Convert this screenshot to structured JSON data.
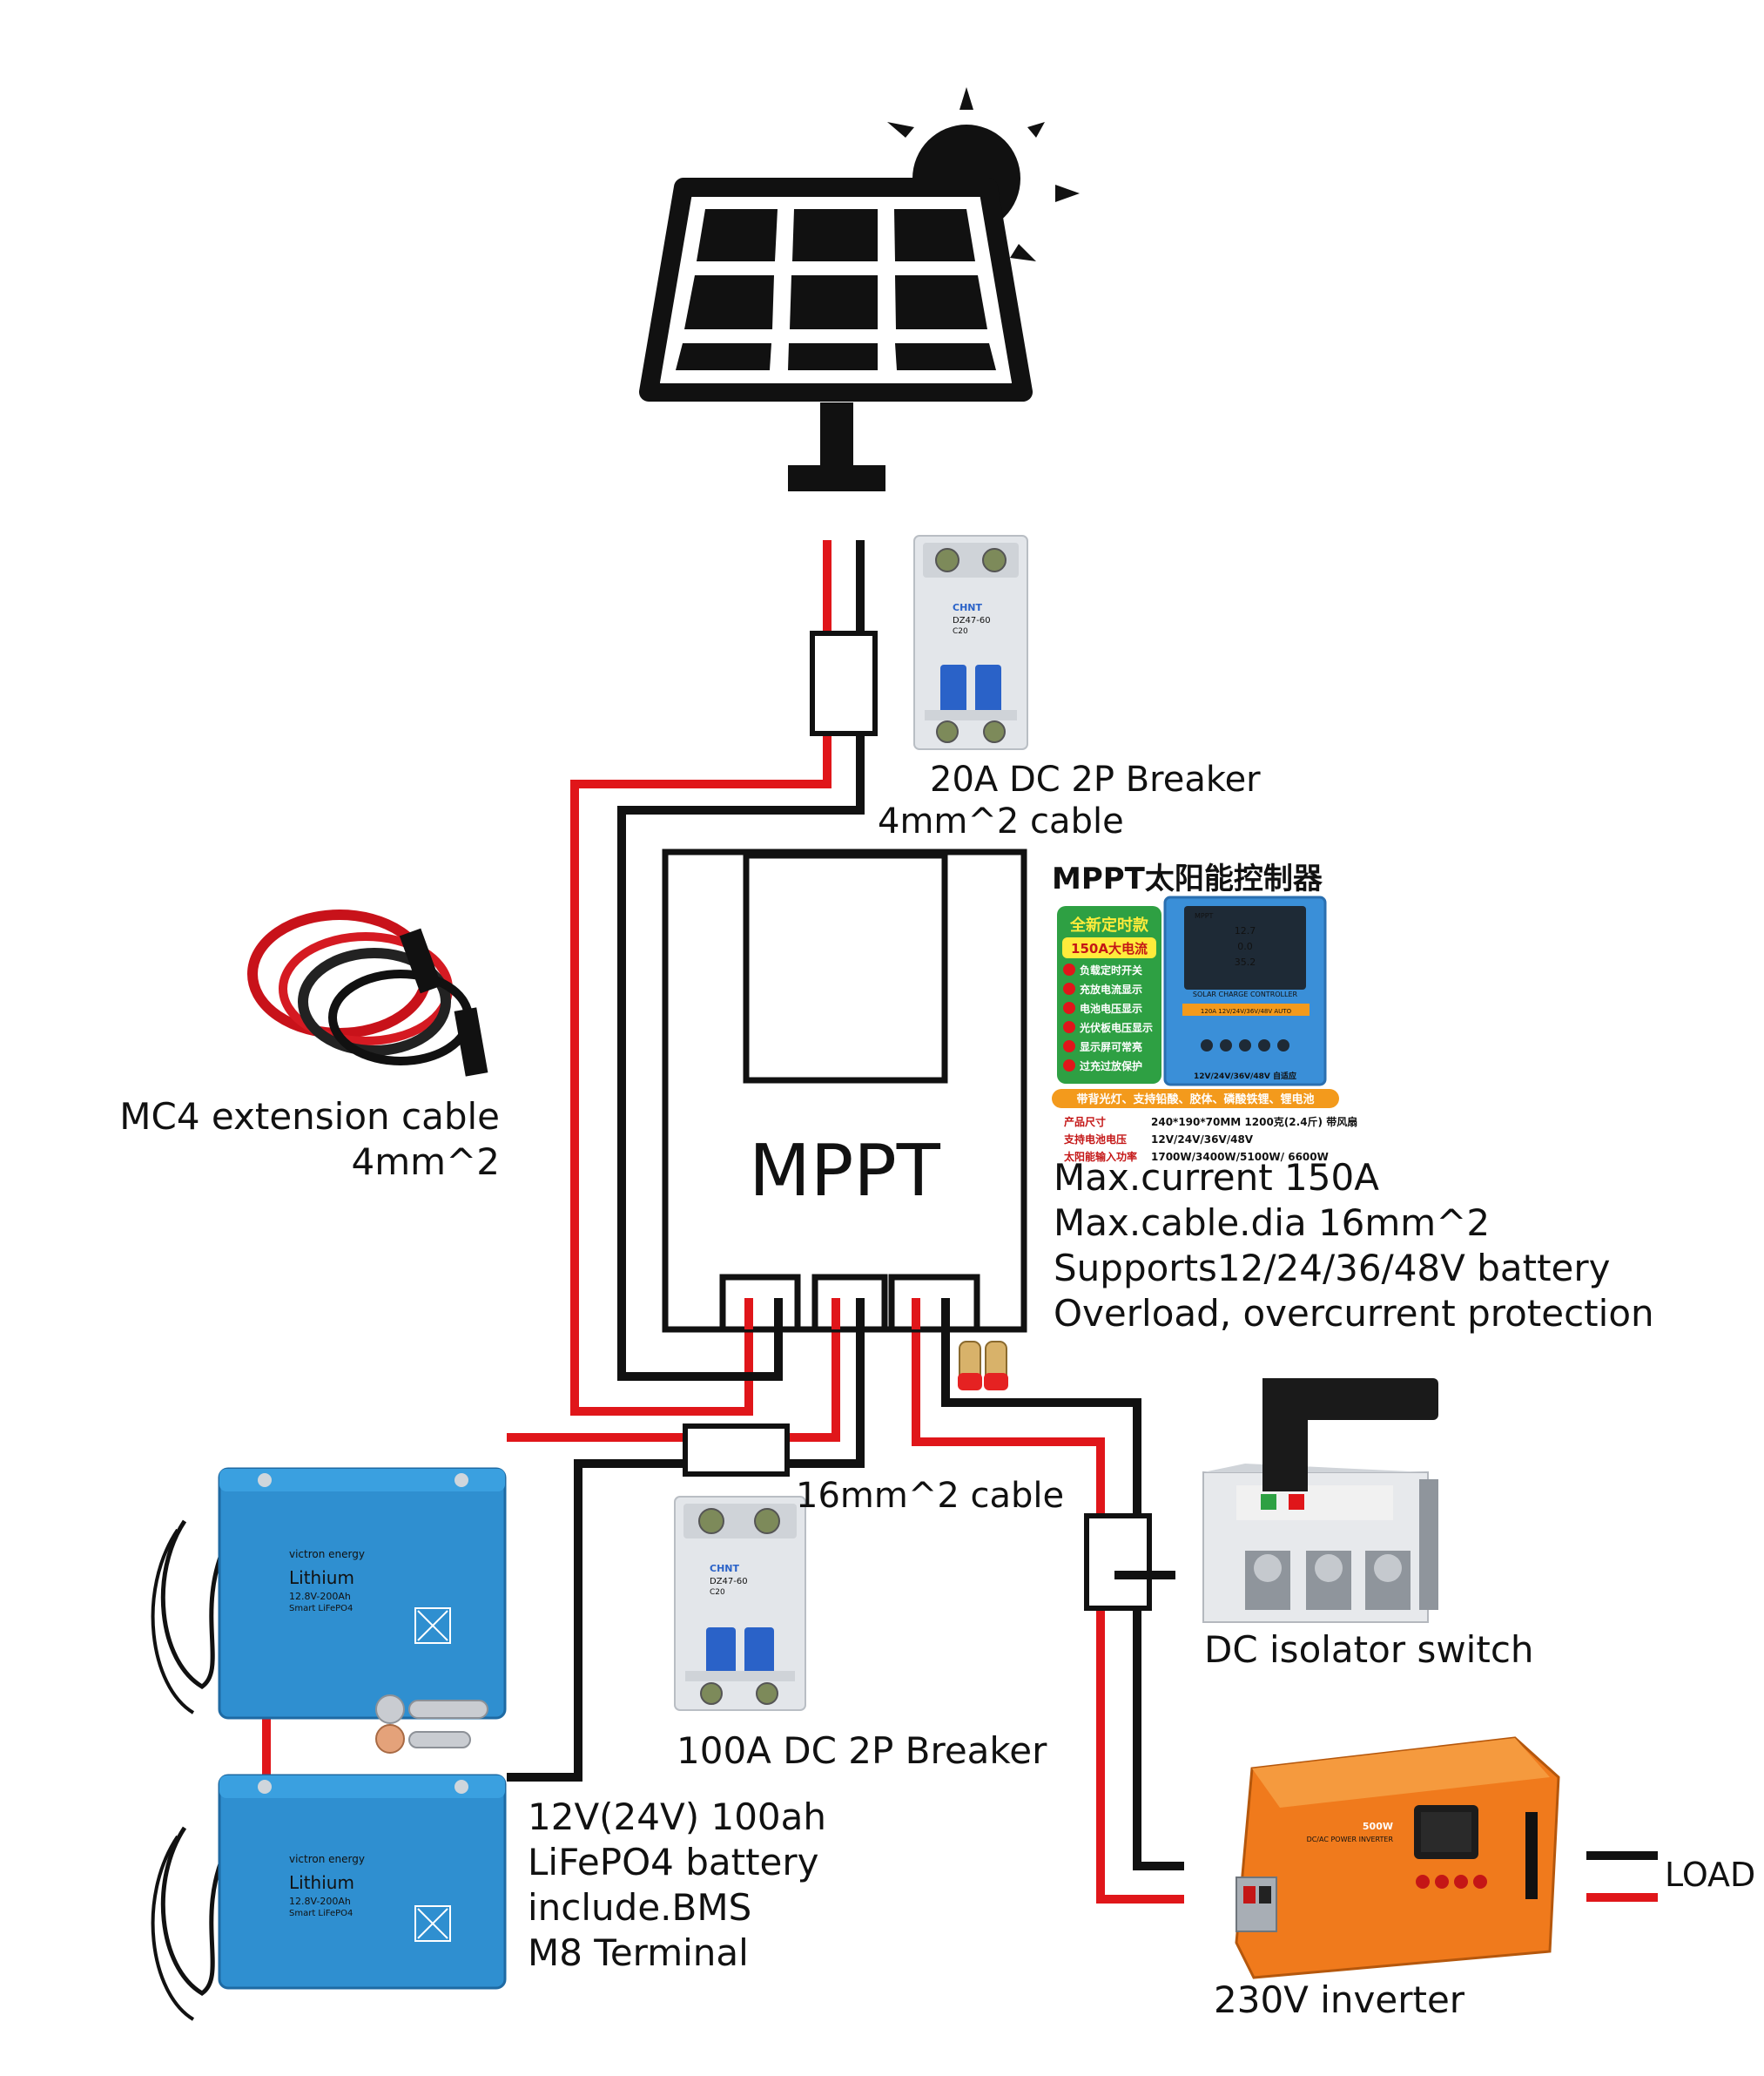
{
  "colors": {
    "wire_positive": "#e0161a",
    "wire_negative": "#111111",
    "battery_blue": "#2f8fd0",
    "inverter_orange": "#f07a1c",
    "breaker_blue": "#2a62c8",
    "controller_blue": "#3a8fd8",
    "badge_green": "#2ea043",
    "badge_orange": "#f39a1c"
  },
  "icons": {
    "sun": "sun-icon",
    "solar_panel": "solar-panel-icon",
    "breaker": "dc-breaker-icon",
    "battery": "lithium-battery-icon",
    "inverter": "inverter-icon",
    "isolator": "dc-isolator-icon",
    "cable": "mc4-cable-icon",
    "lug": "cable-lug-icon",
    "ferrule": "ferrule-icon"
  },
  "labels": {
    "breaker_top": "20A DC 2P Breaker",
    "cable_top": "4mm^2 cable",
    "mc4_line1": "MC4 extension cable",
    "mc4_line2": "4mm^2",
    "mppt": "MPPT",
    "cable_mid": "16mm^2 cable",
    "isolator": "DC isolator switch",
    "breaker_bottom": "100A DC 2P Breaker",
    "load": "LOAD",
    "inverter": "230V inverter"
  },
  "mppt_specs": [
    "Max.current 150A",
    "Max.cable.dia 16mm^2",
    "Supports12/24/36/48V battery",
    "Overload, overcurrent protection"
  ],
  "battery_specs": [
    "12V(24V) 100ah",
    "LiFePO4 battery",
    "include.BMS",
    "M8 Terminal"
  ],
  "controller_ad": {
    "title": "MPPT太阳能控制器",
    "badge_top": "全新定时款",
    "badge_current": "150A大电流",
    "features": [
      "负载定时开关",
      "充放电流显示",
      "电池电压显示",
      "光伏板电压显示",
      "显示屏可常亮",
      "过充过放保护"
    ],
    "device_brand": "MPPT",
    "device_display": [
      "12.7",
      "0.0",
      "35.2"
    ],
    "device_label": "SOLAR CHARGE CONTROLLER",
    "device_rating": "120A 12V/24V/36V/48V AUTO",
    "device_caption": "12V/24V/36V/48V 自适应",
    "orange_bar": "带背光灯、支持铅酸、胶体、磷酸铁锂、锂电池",
    "spec_rows": [
      {
        "key": "产品尺寸",
        "value": "240*190*70MM  1200克(2.4斤)  带风扇"
      },
      {
        "key": "支持电池电压",
        "value": "12V/24V/36V/48V"
      },
      {
        "key": "太阳能输入功率",
        "value": "1700W/3400W/5100W/ 6600W"
      }
    ]
  },
  "breaker_text": {
    "brand": "CHNT",
    "model": "DZ47-60",
    "rating_top": "C20",
    "rating_bottom": "C20"
  },
  "battery_text": {
    "brand": "victron energy",
    "name": "Lithium",
    "model": "12.8V-200Ah",
    "sub": "Smart LiFePO4"
  },
  "inverter_text": {
    "power": "500W",
    "name": "DC/AC POWER INVERTER"
  }
}
